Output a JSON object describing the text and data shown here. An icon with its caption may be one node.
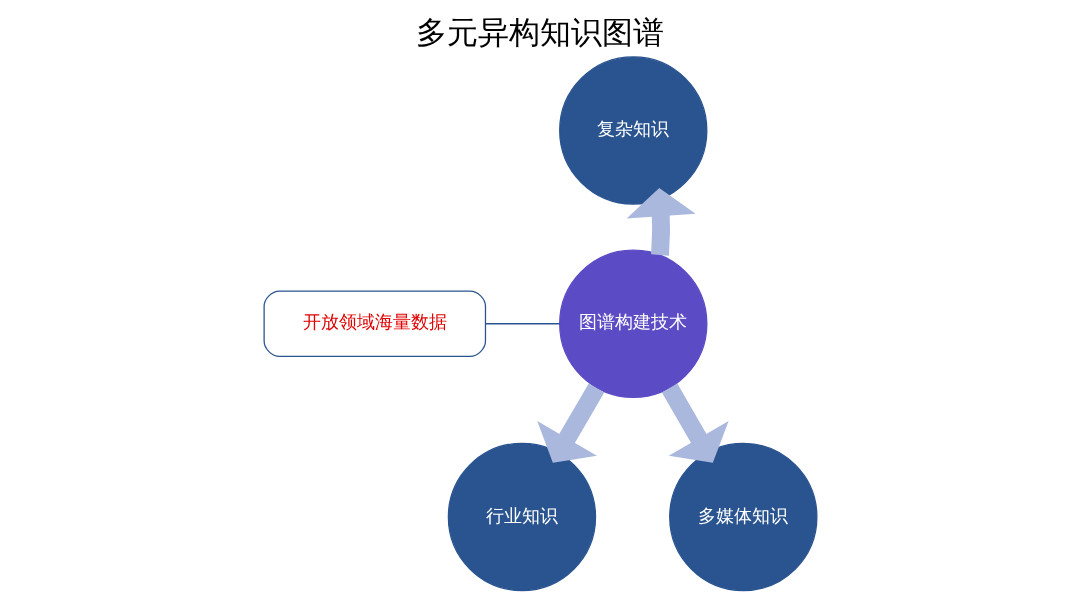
{
  "diagram": {
    "title": "多元异构知识图谱",
    "nodes": [
      {
        "text": [
          "复杂知识"
        ]
      },
      {
        "text": [
          "图谱构建技术"
        ]
      },
      {
        "text": [
          "行业知识"
        ]
      },
      {
        "text": [
          "多媒体知识"
        ]
      },
      {
        "text": [
          "开放领域海量数据"
        ]
      }
    ],
    "edges": [
      {
        "from": 1,
        "to": 0,
        "arrow": "to"
      },
      {
        "from": 1,
        "to": 2,
        "arrow": "to"
      },
      {
        "from": 1,
        "to": 3,
        "arrow": "to"
      },
      {
        "from": 4,
        "to": 1,
        "arrow": "none",
        "color": "#2a5490"
      }
    ]
  }
}
